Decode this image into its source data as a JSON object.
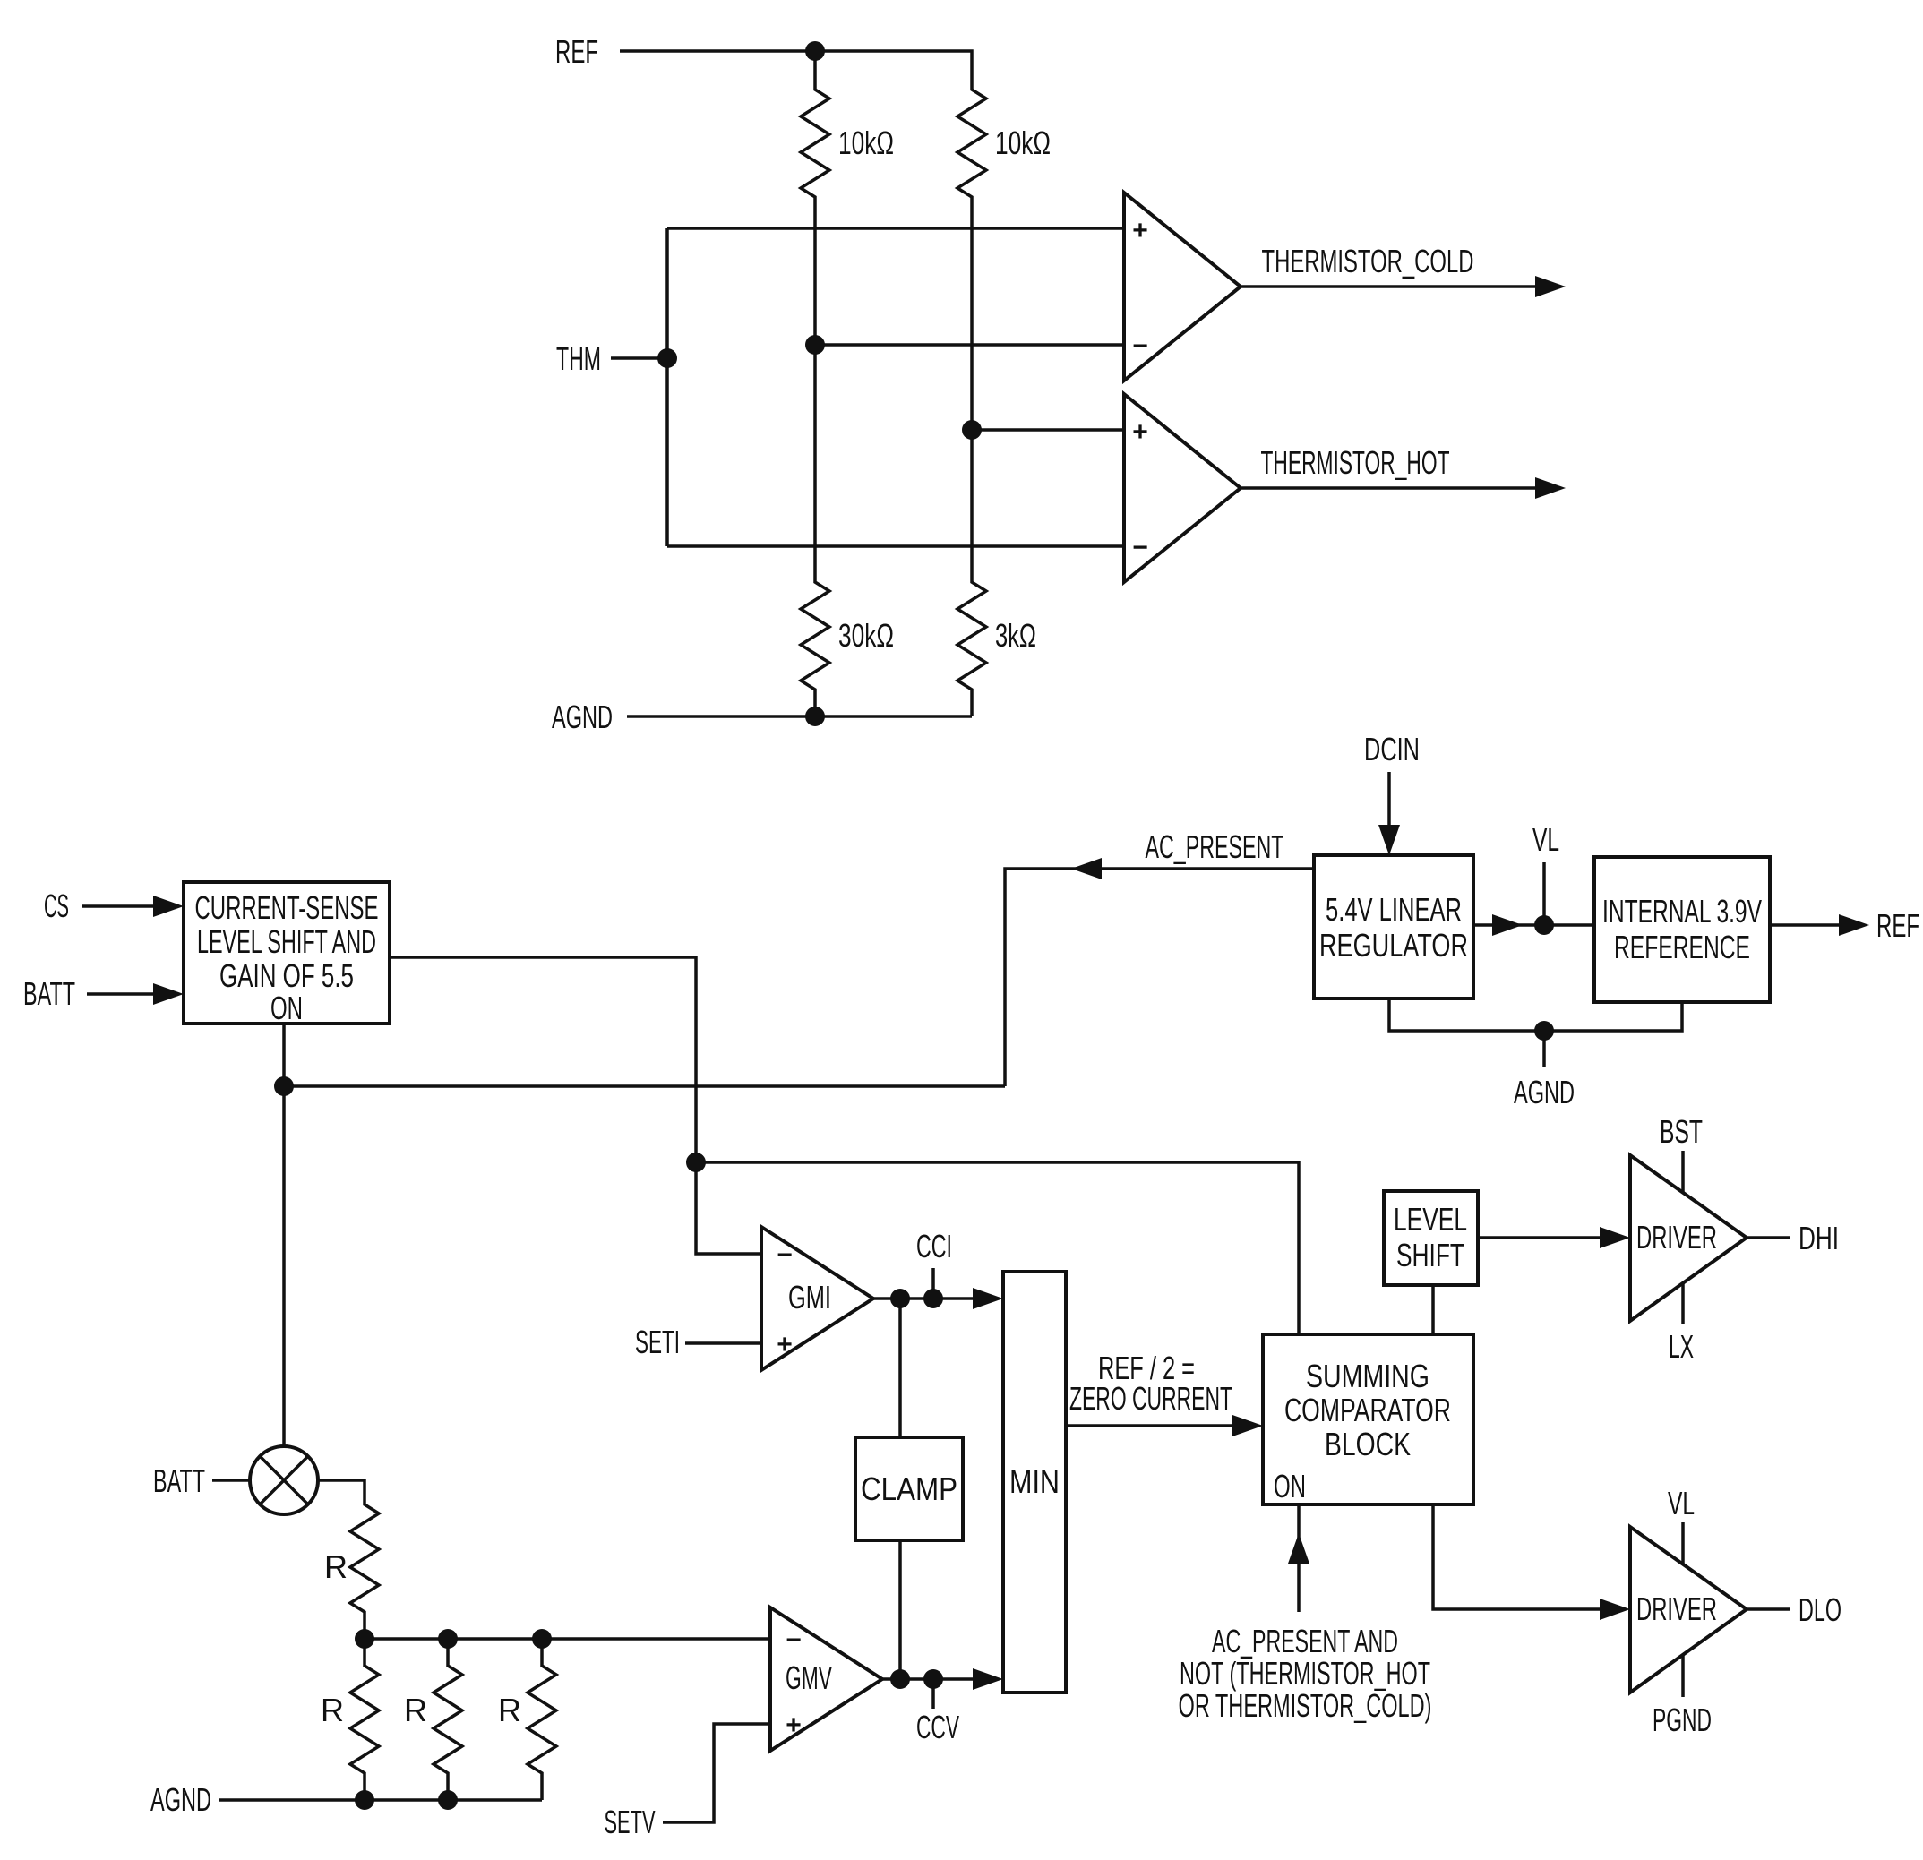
{
  "symbols": {
    "plus": "+",
    "minus": "−"
  },
  "thermistor_comparators": {
    "ref": "REF",
    "thm": "THM",
    "agnd": "AGND",
    "r_top_left": "10kΩ",
    "r_top_right": "10kΩ",
    "r_bottom_left": "30kΩ",
    "r_bottom_right": "3kΩ",
    "out_cold": "THERMISTOR_COLD",
    "out_hot": "THERMISTOR_HOT"
  },
  "current_sense": {
    "in_cs": "CS",
    "in_batt": "BATT",
    "line1": "CURRENT-SENSE",
    "line2": "LEVEL SHIFT AND",
    "line3": "GAIN OF 5.5",
    "on": "ON"
  },
  "regulator": {
    "dcin": "DCIN",
    "ac_present": "AC_PRESENT",
    "linreg_line1": "5.4V LINEAR",
    "linreg_line2": "REGULATOR",
    "vl": "VL",
    "ref_block_line1": "INTERNAL 3.9V",
    "ref_block_line2": "REFERENCE",
    "ref_out": "REF",
    "agnd": "AGND"
  },
  "control": {
    "gmi": "GMI",
    "seti": "SETI",
    "cci": "CCI",
    "clamp": "CLAMP",
    "min": "MIN",
    "gmv": "GMV",
    "setv": "SETV",
    "ccv": "CCV",
    "ref_note_line1": "REF / 2 =",
    "ref_note_line2": "ZERO CURRENT",
    "sum_line1": "SUMMING",
    "sum_line2": "COMPARATOR",
    "sum_line3": "BLOCK",
    "sum_on": "ON",
    "gate_line1": "AC_PRESENT AND",
    "gate_line2": "NOT (THERMISTOR_HOT",
    "gate_line3": "OR THERMISTOR_COLD)"
  },
  "gate_drivers": {
    "level_shift_line1": "LEVEL",
    "level_shift_line2": "SHIFT",
    "driver_high": "DRIVER",
    "driver_low": "DRIVER",
    "bst": "BST",
    "lx": "LX",
    "dhi": "DHI",
    "vl": "VL",
    "pgnd": "PGND",
    "dlo": "DLO"
  },
  "battery_divider": {
    "batt": "BATT",
    "agnd": "AGND",
    "r_series": "R",
    "r1": "R",
    "r2": "R",
    "r3": "R"
  }
}
